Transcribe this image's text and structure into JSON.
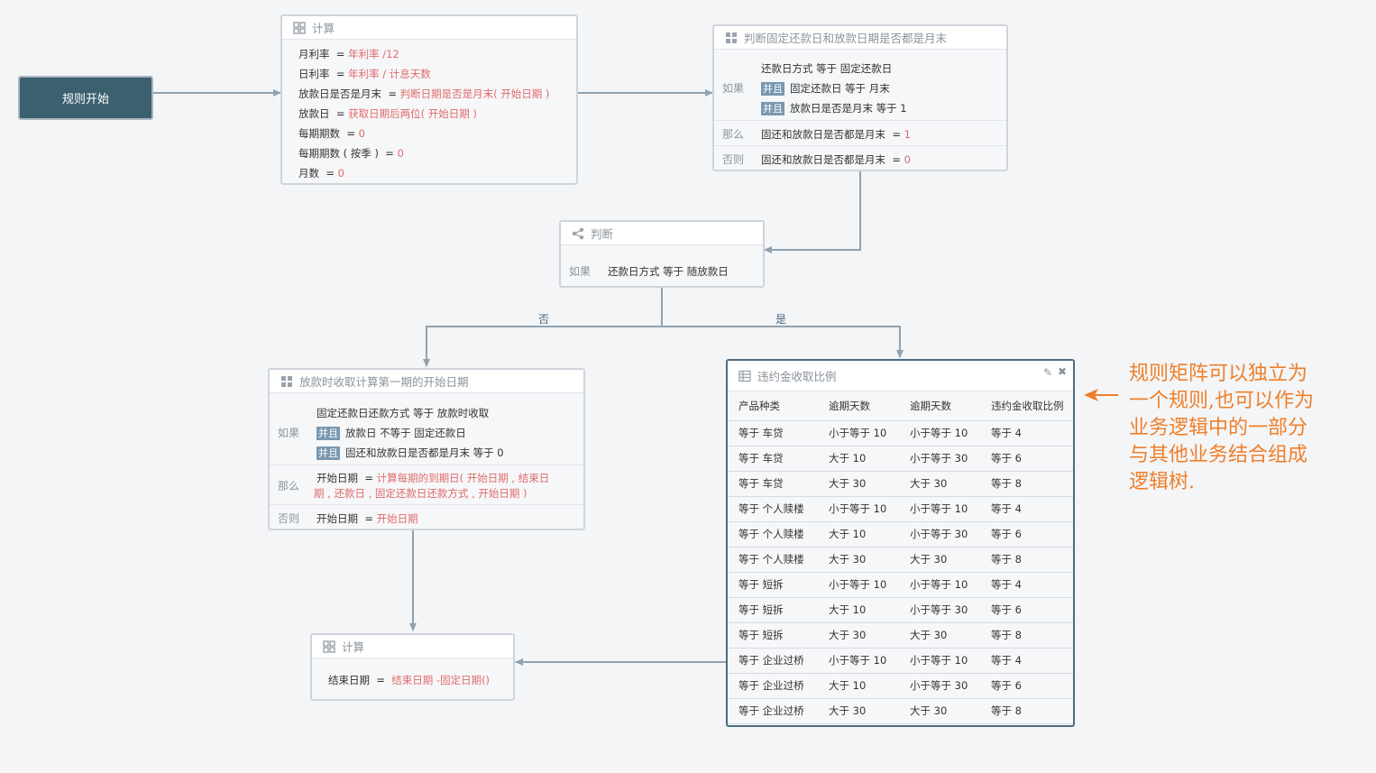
{
  "start_node": {
    "label": "规则开始"
  },
  "calc1": {
    "title": "计算",
    "lines": [
      {
        "lhs": "月利率",
        "op": "=",
        "rhs": "年利率 /12"
      },
      {
        "lhs": "日利率",
        "op": "=",
        "rhs": "年利率 / 计息天数"
      },
      {
        "lhs": "放款日是否是月末",
        "op": "=",
        "rhs": "判断日期是否是月末( 开始日期 )"
      },
      {
        "lhs": "放款日",
        "op": "=",
        "rhs": "获取日期后两位( 开始日期 )"
      },
      {
        "lhs": "每期期数",
        "op": "=",
        "rhs": "0"
      },
      {
        "lhs": "每期期数 ( 按季 )",
        "op": "=",
        "rhs": "0"
      },
      {
        "lhs": "月数",
        "op": "=",
        "rhs": "0"
      }
    ]
  },
  "judge_month_end": {
    "title": "判断固定还款日和放款日期是否都是月末",
    "if_label": "如果",
    "then_label": "那么",
    "else_label": "否则",
    "and_tag": "并且",
    "conditions": [
      "还款日方式  等于  固定还款日",
      "固定还款日  等于  月末",
      "放款日是否是月末  等于  1"
    ],
    "then_lhs": "固还和放款日是否都是月末",
    "then_op": "=",
    "then_rhs": "1",
    "else_lhs": "固还和放款日是否都是月末",
    "else_op": "=",
    "else_rhs": "0"
  },
  "judge": {
    "title": "判断",
    "if_label": "如果",
    "condition": "还款日方式  等于  随放款日"
  },
  "edges": {
    "no": "否",
    "yes": "是"
  },
  "start_date_node": {
    "title": "放款时收取计算第一期的开始日期",
    "if_label": "如果",
    "then_label": "那么",
    "else_label": "否则",
    "and_tag": "并且",
    "conditions": [
      "固定还款日还款方式  等于  放款时收取",
      "放款日  不等于  固定还款日",
      "固还和放款日是否都是月末  等于  0"
    ],
    "then_lhs": "开始日期",
    "then_op": "=",
    "then_rhs_1": "计算每期的到期日( 开始日期 , 结束日",
    "then_rhs_2": "期 , 还款日 , 固定还款日还款方式 , 开始日期 )",
    "else_lhs": "开始日期",
    "else_op": "=",
    "else_rhs": "开始日期"
  },
  "calc2": {
    "title": "计算",
    "lhs": "结束日期",
    "op": "=",
    "rhs": "结束日期 -固定日期()"
  },
  "matrix": {
    "title": "违约金收取比例",
    "headers": [
      "产品种类",
      "逾期天数",
      "逾期天数",
      "违约金收取比例"
    ],
    "rows": [
      [
        "等于  车贷",
        "小于等于  10",
        "小于等于  10",
        "等于  4"
      ],
      [
        "等于  车贷",
        "大于  10",
        "小于等于  30",
        "等于  6"
      ],
      [
        "等于  车贷",
        "大于  30",
        "大于  30",
        "等于  8"
      ],
      [
        "等于  个人赎楼",
        "小于等于  10",
        "小于等于  10",
        "等于  4"
      ],
      [
        "等于  个人赎楼",
        "大于  10",
        "小于等于  30",
        "等于  6"
      ],
      [
        "等于  个人赎楼",
        "大于  30",
        "大于  30",
        "等于  8"
      ],
      [
        "等于  短拆",
        "小于等于  10",
        "小于等于  10",
        "等于  4"
      ],
      [
        "等于  短拆",
        "大于  10",
        "小于等于  30",
        "等于  6"
      ],
      [
        "等于  短拆",
        "大于  30",
        "大于  30",
        "等于  8"
      ],
      [
        "等于  企业过桥",
        "小于等于  10",
        "小于等于  10",
        "等于  4"
      ],
      [
        "等于  企业过桥",
        "大于  10",
        "小于等于  30",
        "等于  6"
      ],
      [
        "等于  企业过桥",
        "大于  30",
        "大于  30",
        "等于  8"
      ]
    ]
  },
  "annotation": {
    "lines": [
      "规则矩阵可以独立为",
      "一个规则,也可以作为",
      "业务逻辑中的一部分",
      "与其他业务结合组成",
      "逻辑树."
    ]
  },
  "colors": {
    "start_bg": "#3b6070",
    "connector": "#8fa2b0",
    "expression_red": "#e06a6a",
    "annotation_orange": "#ef7f2a",
    "and_tag_bg": "#7998b0"
  }
}
